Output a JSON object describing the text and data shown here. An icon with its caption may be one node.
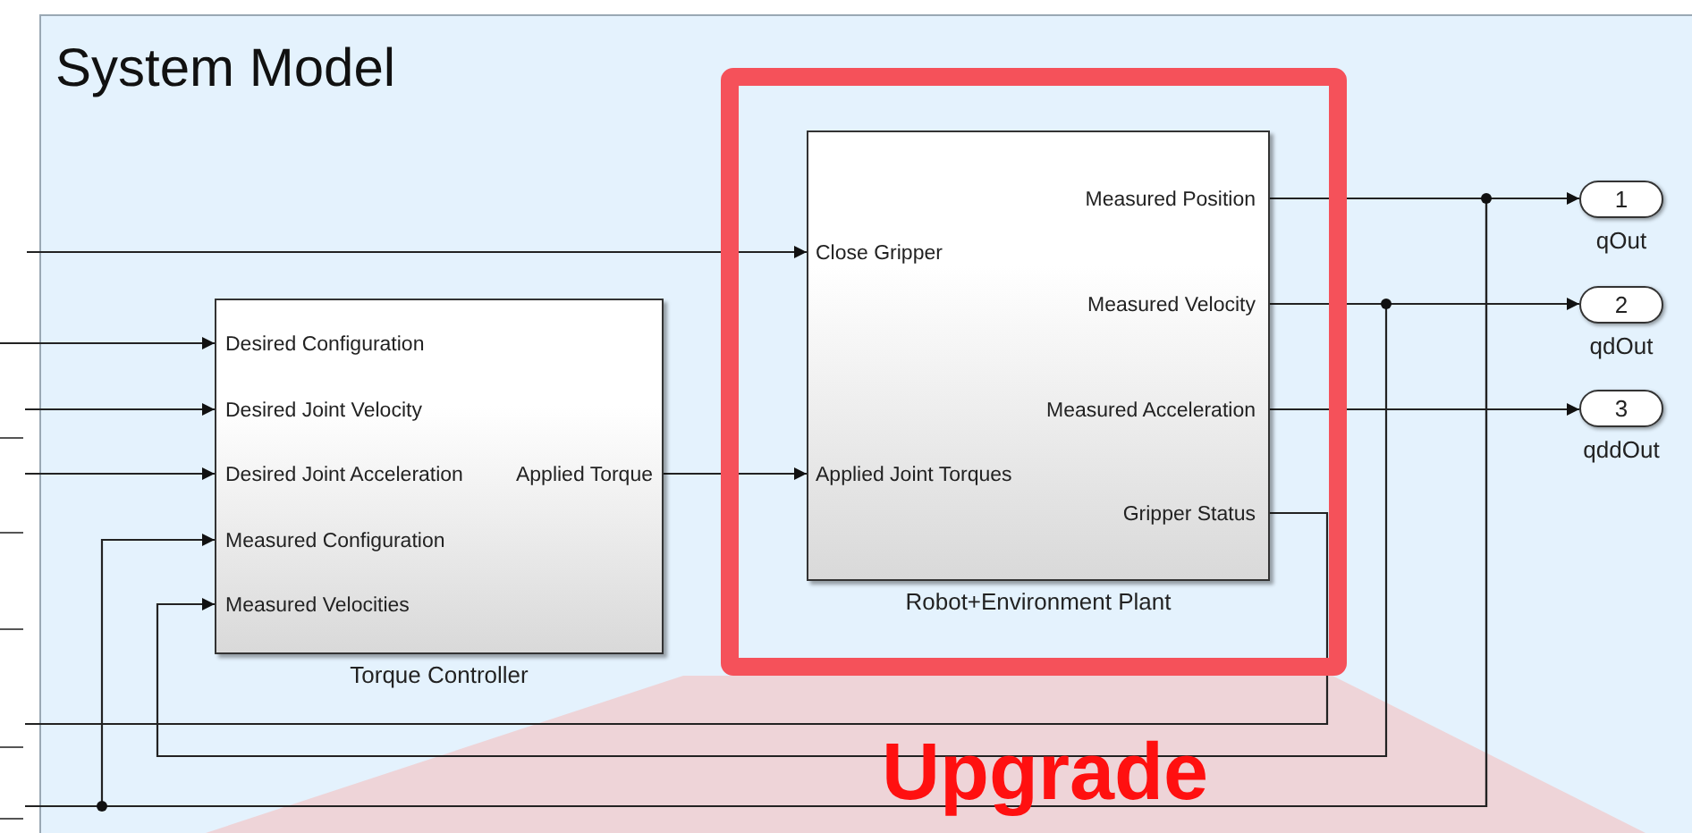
{
  "diagram": {
    "nodes": [
      {
        "text": [
          "System Model"
        ]
      },
      {
        "text": [
          "Desired Configuration",
          "Desired Joint Velocity",
          "Desired Joint Acceleration",
          "Applied Torque",
          "Measured Configuration",
          "Measured Velocities"
        ],
        "beside": [
          "Torque Controller"
        ],
        "in": 0
      },
      {
        "text": [],
        "shape": "box",
        "in": 0
      },
      {
        "text": [
          "Close Gripper",
          "Applied Joint Torques",
          "Measured Position",
          "Measured Velocity",
          "Measured Acceleration",
          "Gripper Status"
        ],
        "beside": [
          "Robot+Environment Plant"
        ],
        "in": 2
      },
      {
        "text": [
          "1"
        ],
        "beside": [
          "qOut"
        ],
        "in": 0
      },
      {
        "text": [
          "2"
        ],
        "beside": [
          "qdOut"
        ],
        "in": 0
      },
      {
        "text": [
          "3"
        ],
        "beside": [
          "qddOut"
        ],
        "in": 0
      }
    ],
    "edges": [
      {
        "from": null,
        "to": 3,
        "arrow": "to"
      },
      {
        "from": null,
        "to": 1,
        "arrow": "to"
      },
      {
        "from": null,
        "to": 1,
        "arrow": "to"
      },
      {
        "from": null,
        "to": 1,
        "arrow": "to"
      },
      {
        "from": 1,
        "to": 3,
        "arrow": "to"
      },
      {
        "from": 3,
        "to": 4,
        "arrow": "to"
      },
      {
        "from": 3,
        "to": 5,
        "arrow": "to"
      },
      {
        "from": 3,
        "to": 6,
        "arrow": "to"
      },
      {
        "from": 3,
        "to": 1,
        "arrow": "to"
      },
      {
        "from": 3,
        "to": null,
        "arrow": "none"
      },
      {
        "from": 3,
        "to": 1,
        "arrow": "to"
      },
      {
        "from": 3,
        "to": null,
        "arrow": "none"
      }
    ],
    "labels": [
      "Upgrade"
    ]
  }
}
